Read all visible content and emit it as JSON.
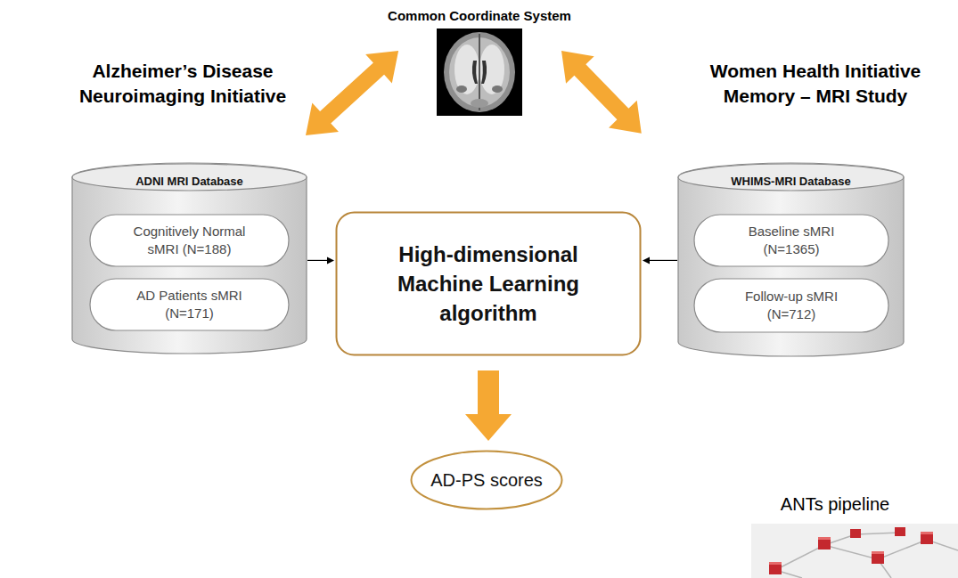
{
  "diagram": {
    "nodes": [
      {
        "text": [
          "ADNI MRI Database"
        ]
      },
      {
        "text": [
          "Cognitively Normal sMRI (N=188)"
        ],
        "in": 0
      },
      {
        "text": [
          "AD Patients sMRI (N=171)"
        ],
        "in": 0
      },
      {
        "text": [
          "High-dimensional Machine Learning algorithm"
        ]
      },
      {
        "text": [
          "WHIMS-MRI Database"
        ]
      },
      {
        "text": [
          "Baseline sMRI (N=1365)"
        ],
        "in": 4
      },
      {
        "text": [
          "Follow-up sMRI (N=712)"
        ],
        "in": 4
      },
      {
        "text": [
          "AD-PS scores"
        ]
      }
    ],
    "edges": [
      {
        "from": 0,
        "to": 3,
        "arrow": "to"
      },
      {
        "from": 4,
        "to": 3,
        "arrow": "to"
      },
      {
        "from": 3,
        "to": 7,
        "arrow": "to"
      }
    ],
    "labels": [
      "Common Coordinate System",
      "Alzheimer’s Disease Neuroimaging Initiative",
      "Women Health Initiative Memory – MRI Study",
      "ANTs pipeline"
    ]
  }
}
